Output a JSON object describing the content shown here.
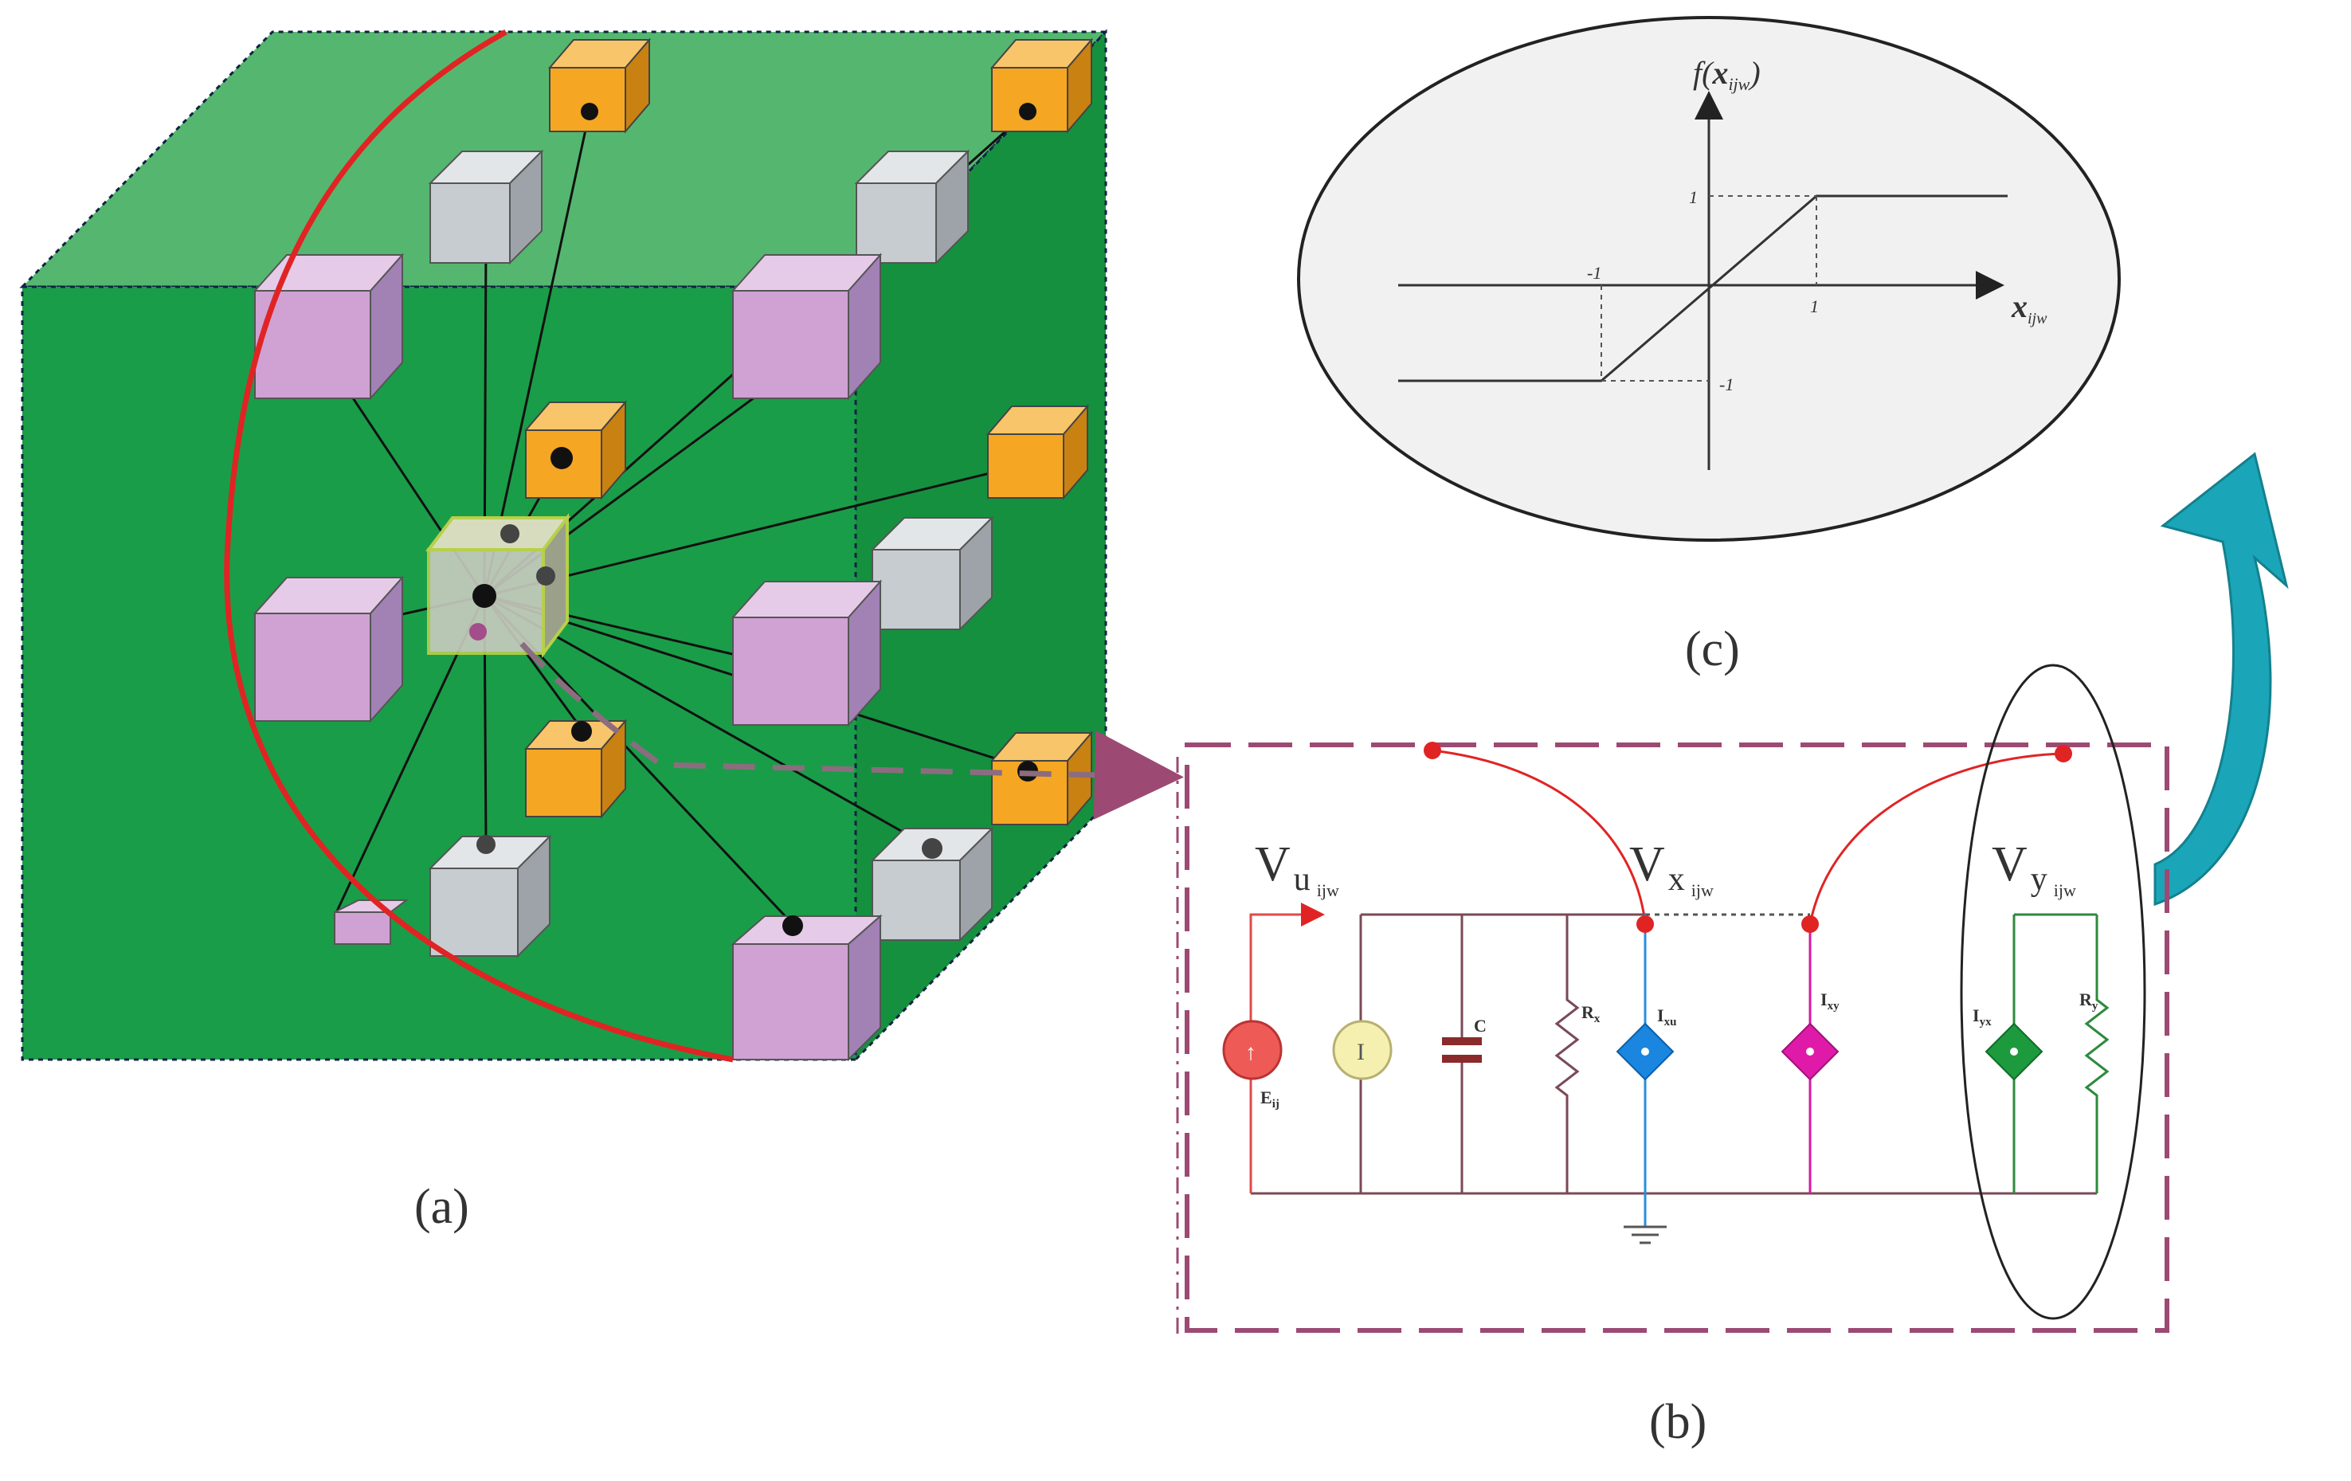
{
  "panels": {
    "a": {
      "caption": "(a)"
    },
    "b": {
      "caption": "(b)"
    },
    "c": {
      "caption": "(c)"
    }
  },
  "graph": {
    "y_label_fn": "f(",
    "y_label_var": "x",
    "y_label_sub": "ijw",
    "y_label_close": ")",
    "x_label_var": "x",
    "x_label_sub": "ijw",
    "tick_pos_y": "1",
    "tick_neg_y": "-1",
    "tick_pos_x": "1",
    "tick_neg_x": "-1"
  },
  "circuit": {
    "vu_main": "V",
    "vu_sub1": "u",
    "vu_sub2": "ijw",
    "vx_main": "V",
    "vx_sub1": "x",
    "vx_sub2": "ijw",
    "vy_main": "V",
    "vy_sub1": "y",
    "vy_sub2": "ijw",
    "eij_label": "E",
    "eij_sub": "ij",
    "source_i_label": "I",
    "cap_label": "C",
    "rx_label": "R",
    "rx_sub": "x",
    "ixu_label": "I",
    "ixu_sub": "xu",
    "ixy_label": "I",
    "ixy_sub": "xy",
    "iyx_label": "I",
    "iyx_sub": "yx",
    "ry_label": "R",
    "ry_sub": "y"
  },
  "colors": {
    "cube_face": "#1a9d48",
    "cube_top": "#55b76f",
    "orange_cube": "#f5a623",
    "purple_cube": "#cfa2d3",
    "gray_cube": "#c7ccd0",
    "red_curve": "#e02424",
    "dash_box": "#9c4a73",
    "teal_arrow": "#1aa6b8"
  }
}
